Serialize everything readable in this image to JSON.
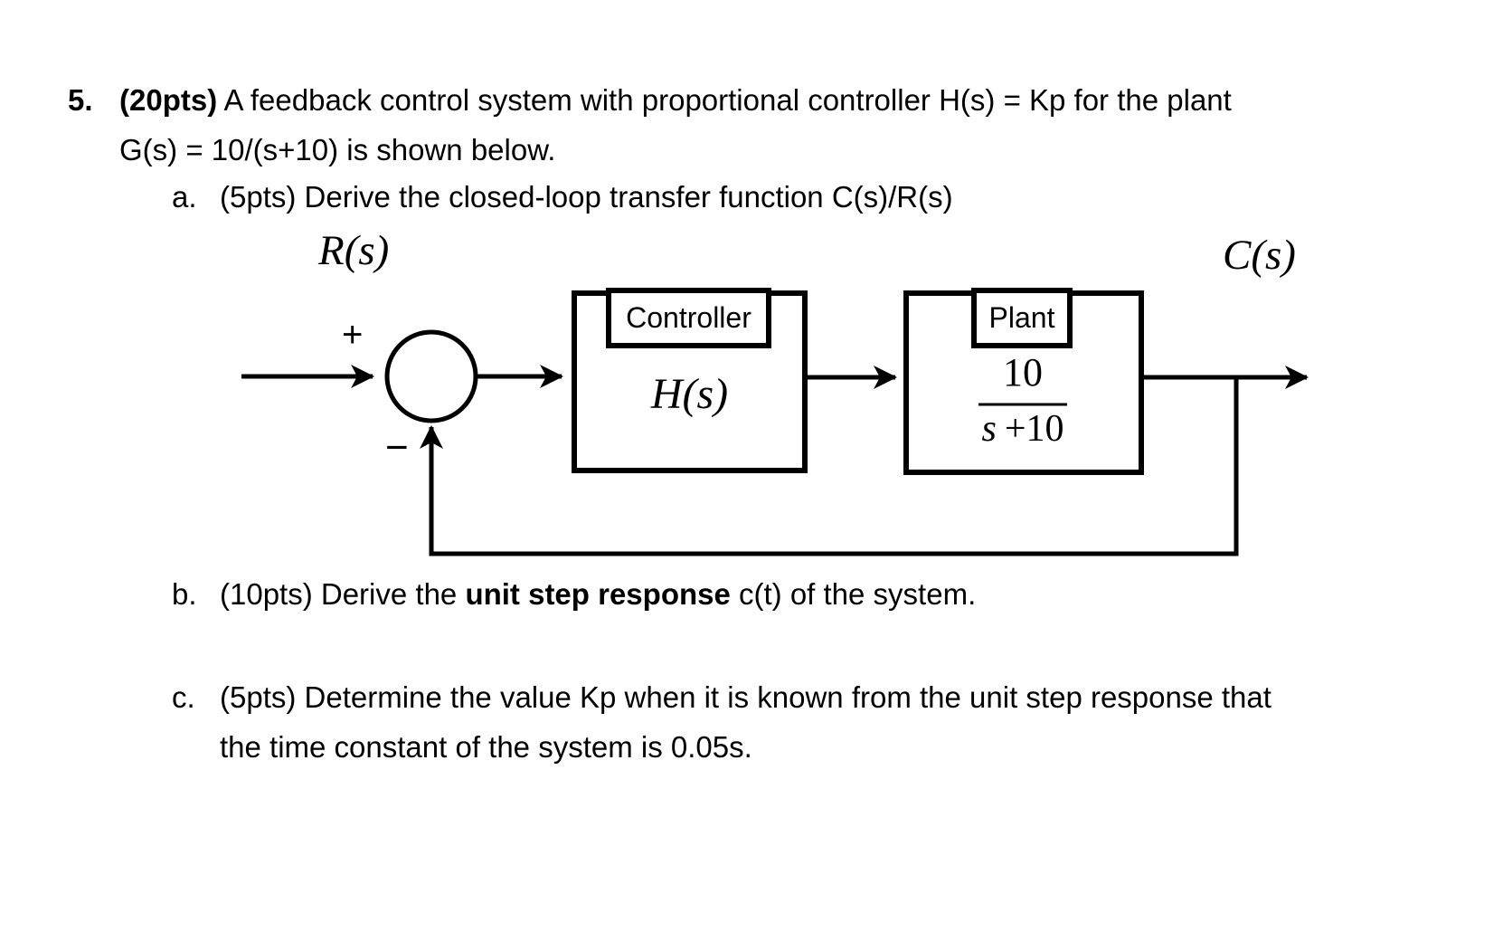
{
  "colors": {
    "background": "#ffffff",
    "ink": "#000000"
  },
  "problem": {
    "number": "5.",
    "points_bold": "(20pts)",
    "intro_rest": " A feedback control system with proportional controller H(s) = Kp for the plant",
    "intro_line2": "G(s) = 10/(s+10) is shown below.",
    "parts": {
      "a": {
        "label": "a.",
        "text": "(5pts) Derive the closed-loop transfer function C(s)/R(s)"
      },
      "b": {
        "label": "b.",
        "text_pre": "(10pts) Derive the ",
        "text_bold": "unit step response",
        "text_post": " c(t) of the system."
      },
      "c": {
        "label": "c.",
        "line1": "(5pts) Determine the value Kp when it is known from the unit step response that",
        "line2": "the time constant of the system is 0.05s."
      }
    }
  },
  "diagram": {
    "input_signal": "R(s)",
    "output_signal": "C(s)",
    "sum_positive_sign": "+",
    "sum_negative_sign": "−",
    "controller_block": {
      "title": "Controller",
      "transfer_function": "H(s)"
    },
    "plant_block": {
      "title": "Plant",
      "numerator": "10",
      "denominator_var": "s",
      "denominator_rest": "+10"
    }
  }
}
